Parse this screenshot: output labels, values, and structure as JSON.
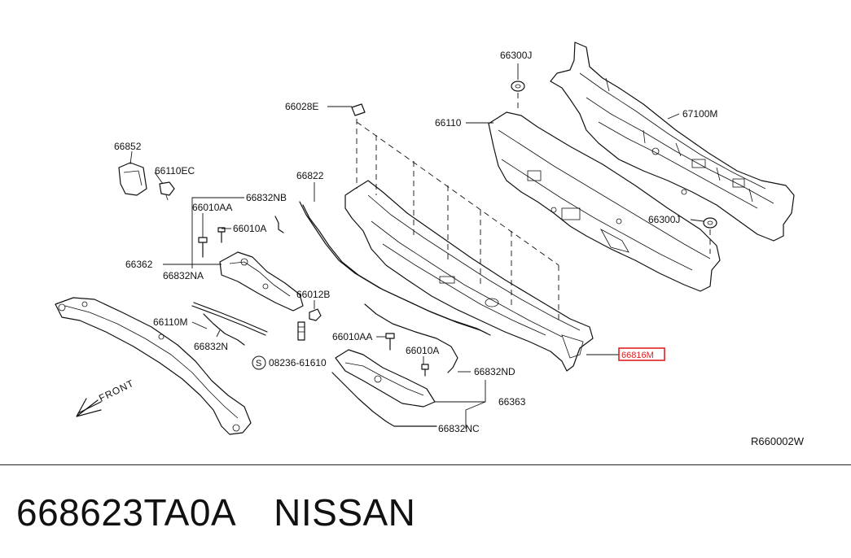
{
  "diagram": {
    "labels": {
      "l66300J_top": "66300J",
      "l66028E": "66028E",
      "l66110": "66110",
      "l67100M": "67100M",
      "l66852": "66852",
      "l66110EC": "66110EC",
      "l66822": "66822",
      "l66832NB": "66832NB",
      "l66010AA_top": "66010AA",
      "l66010A_top": "66010A",
      "l66300J_mid": "66300J",
      "l66362": "66362",
      "l66832NA": "66832NA",
      "l66012B": "66012B",
      "l66110M": "66110M",
      "l66832N": "66832N",
      "l66010AA_bot": "66010AA",
      "l66010A_bot": "66010A",
      "l66816M": "66816M",
      "l08236": "08236-61610",
      "l08236_prefix": "S",
      "l66832ND": "66832ND",
      "l66363": "66363",
      "l66832NC": "66832NC",
      "front": "FRONT",
      "ref": "R660002W"
    },
    "highlight_color": "#e02020"
  },
  "footer": {
    "part_number": "668623TA0A",
    "brand": "NISSAN"
  }
}
